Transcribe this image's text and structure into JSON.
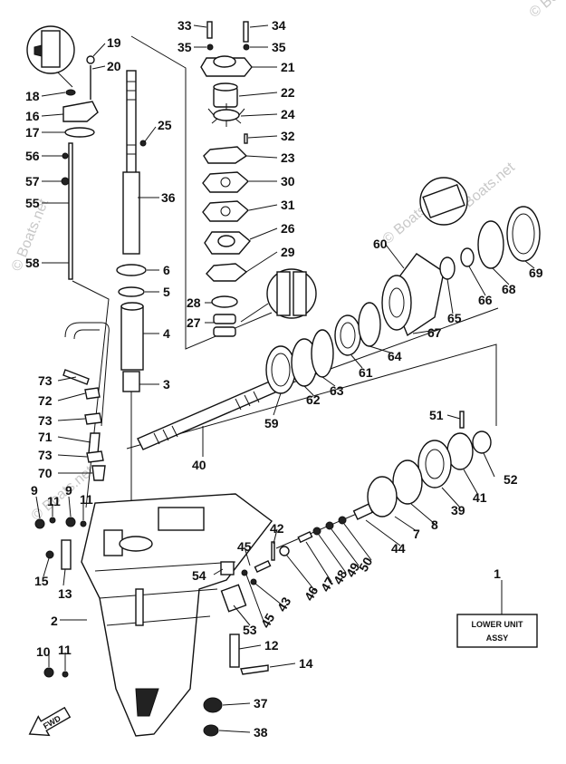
{
  "watermark": "© Boats.net",
  "assembly_box": {
    "line1": "LOWER UNIT",
    "line2": "ASSY",
    "callout": "1"
  },
  "direction_arrow": "FWD",
  "callouts": {
    "c33": "33",
    "c34": "34",
    "c35a": "35",
    "c35b": "35",
    "c21": "21",
    "c22": "22",
    "c24": "24",
    "c32": "32",
    "c23": "23",
    "c30": "30",
    "c31": "31",
    "c26": "26",
    "c29": "29",
    "c28": "28",
    "c27": "27",
    "c19": "19",
    "c20": "20",
    "c18": "18",
    "c16": "16",
    "c17": "17",
    "c56": "56",
    "c57": "57",
    "c55": "55",
    "c58": "58",
    "c25": "25",
    "c36": "36",
    "c6": "6",
    "c5": "5",
    "c4": "4",
    "c3": "3",
    "c73a": "73",
    "c72": "72",
    "c73b": "73",
    "c71": "71",
    "c73c": "73",
    "c70": "70",
    "c9a": "9",
    "c11a": "11",
    "c9b": "9",
    "c11b": "11",
    "c15": "15",
    "c13": "13",
    "c2": "2",
    "c10": "10",
    "c11c": "11",
    "c40": "40",
    "c59": "59",
    "c62": "62",
    "c63": "63",
    "c61": "61",
    "c64": "64",
    "c60": "60",
    "c67": "67",
    "c65": "65",
    "c66": "66",
    "c68": "68",
    "c69": "69",
    "c51": "51",
    "c52": "52",
    "c41": "41",
    "c39": "39",
    "c8": "8",
    "c7": "7",
    "c44": "44",
    "c50": "50",
    "c49": "49",
    "c48": "48",
    "c47": "47",
    "c46": "46",
    "c42": "42",
    "c45a": "45",
    "c45b": "45",
    "c43": "43",
    "c54": "54",
    "c53": "53",
    "c12": "12",
    "c14": "14",
    "c37": "37",
    "c38": "38"
  }
}
